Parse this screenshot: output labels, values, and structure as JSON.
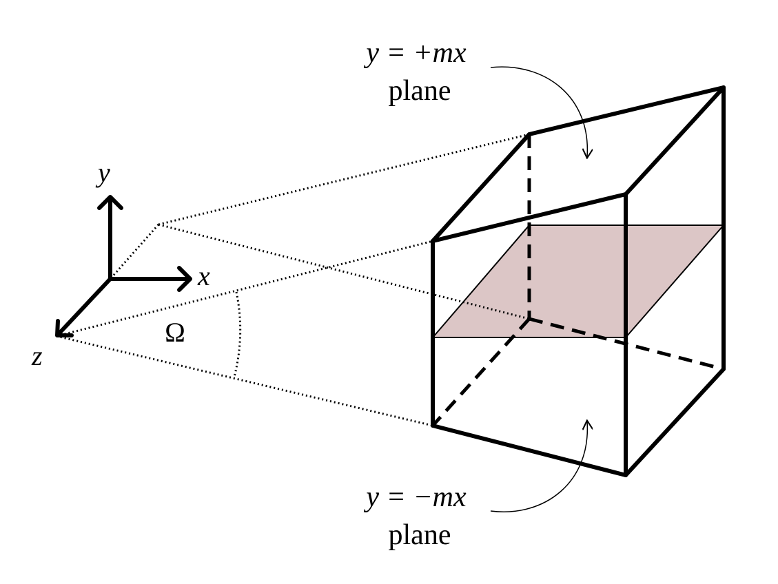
{
  "axes": {
    "y_label": "y",
    "x_label": "x",
    "z_label": "z"
  },
  "angle": {
    "label": "Ω"
  },
  "top_plane": {
    "equation": "y = +mx",
    "word": "plane"
  },
  "bottom_plane": {
    "equation": "y = −mx",
    "word": "plane"
  },
  "colors": {
    "stroke": "#000000",
    "mid_plane_fill": "#dcc6c6"
  }
}
